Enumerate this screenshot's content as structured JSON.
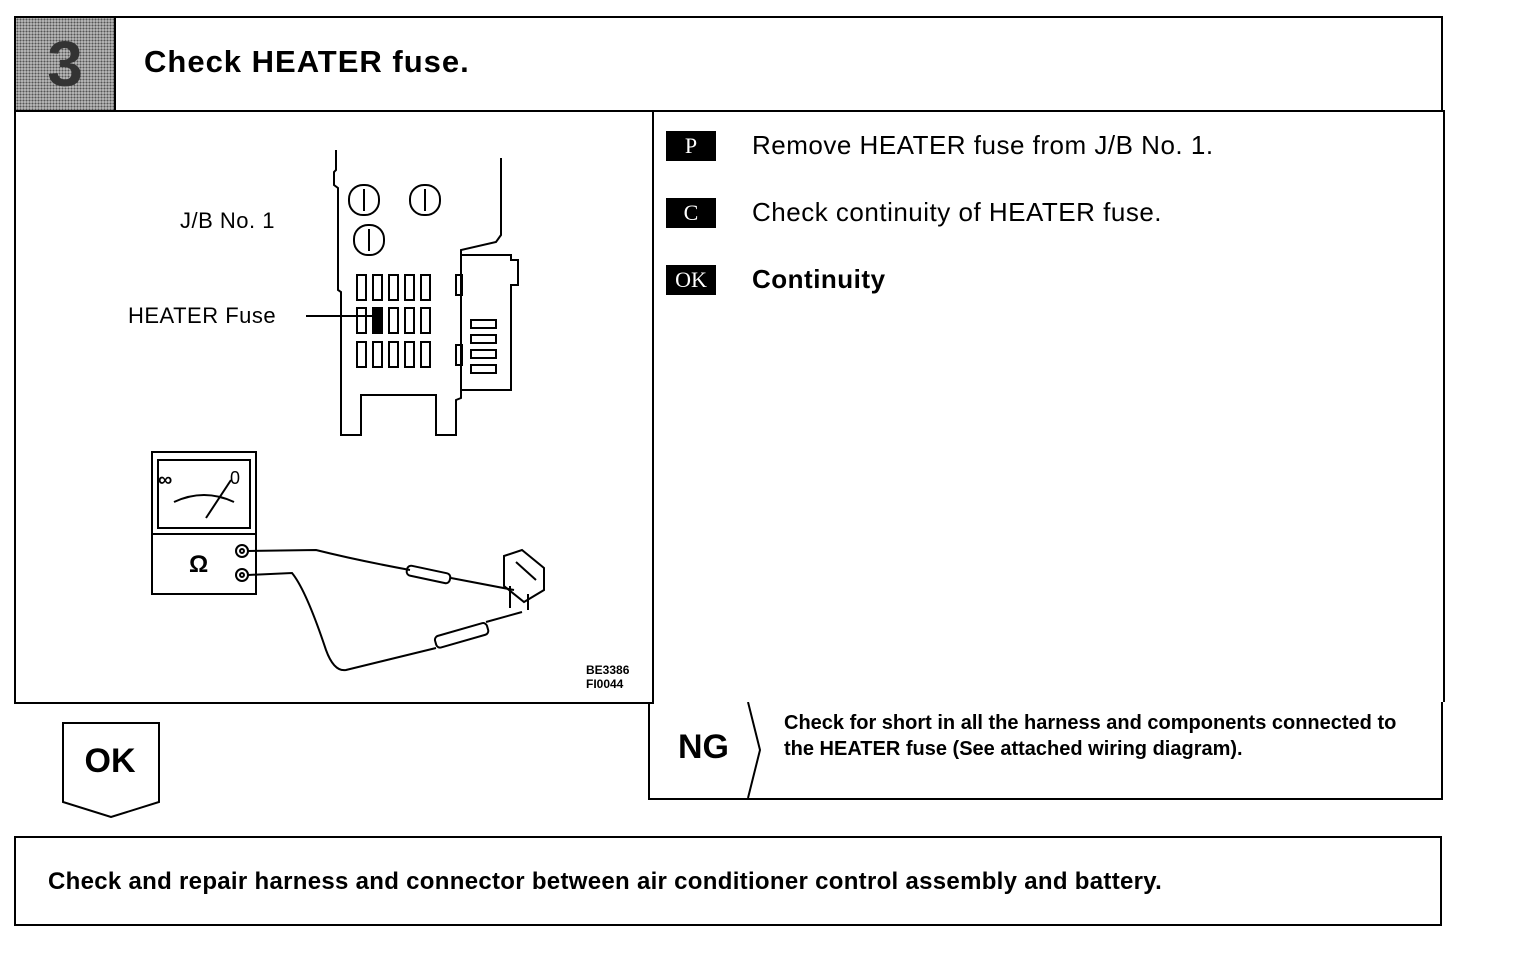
{
  "header": {
    "step_number": "3",
    "title": "Check HEATER fuse."
  },
  "figure": {
    "jb_label": "J/B No. 1",
    "fuse_label": "HEATER Fuse",
    "meter_infinity": "∞",
    "meter_zero": "0",
    "meter_ohm": "Ω",
    "code_line1": "BE3386",
    "code_line2": "FI0044"
  },
  "steps": [
    {
      "badge": "P",
      "text": "Remove HEATER fuse from J/B No. 1."
    },
    {
      "badge": "C",
      "text": "Check continuity of HEATER fuse."
    },
    {
      "badge": "OK",
      "text": "Continuity"
    }
  ],
  "ng": {
    "label": "NG",
    "text": "Check for short in all the harness and components connected to the HEATER fuse (See attached wiring diagram)."
  },
  "ok": {
    "label": "OK"
  },
  "bottom": {
    "text": "Check and repair harness and connector between air conditioner control assembly and battery."
  }
}
